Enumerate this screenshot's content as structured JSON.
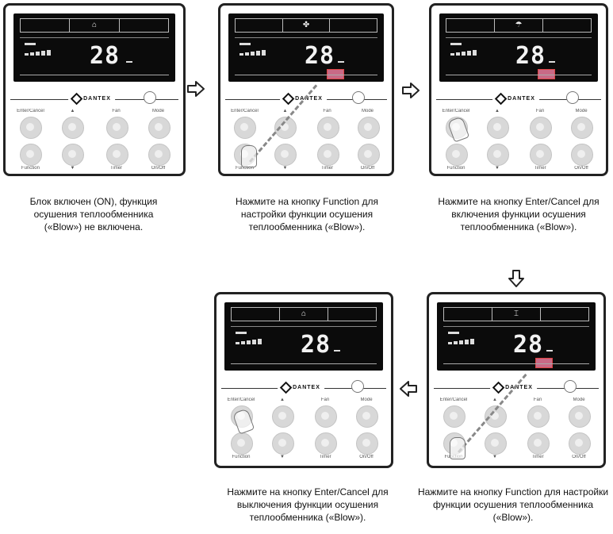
{
  "brand": "DANTEX",
  "temperature": "28",
  "buttons": {
    "enter_cancel": "Enter/Cancel",
    "up": "▲",
    "fan": "Fan",
    "mode": "Mode",
    "function": "Function",
    "down": "▼",
    "timer": "Timer",
    "on_off": "On/Off"
  },
  "captions": {
    "step1": "Блок включен (ON), функция осушения теплообменника («Blow») не включена.",
    "step2": "Нажмите на кнопку Function для настройки функции осушения теплообменника («Blow»).",
    "step3": "Нажмите на кнопку Enter/Cancel для включения функции осушения теплообменника («Blow»).",
    "step4": "Нажмите на кнопку Function для настройки функции осушения теплообменника («Blow»).",
    "step5": "Нажмите на кнопку Enter/Cancel для выключения функции осушения теплообменника («Blow»)."
  },
  "icons": {
    "arrow": "arrow-icon",
    "hand": "hand-icon",
    "logo": "dantex-logo-icon"
  }
}
